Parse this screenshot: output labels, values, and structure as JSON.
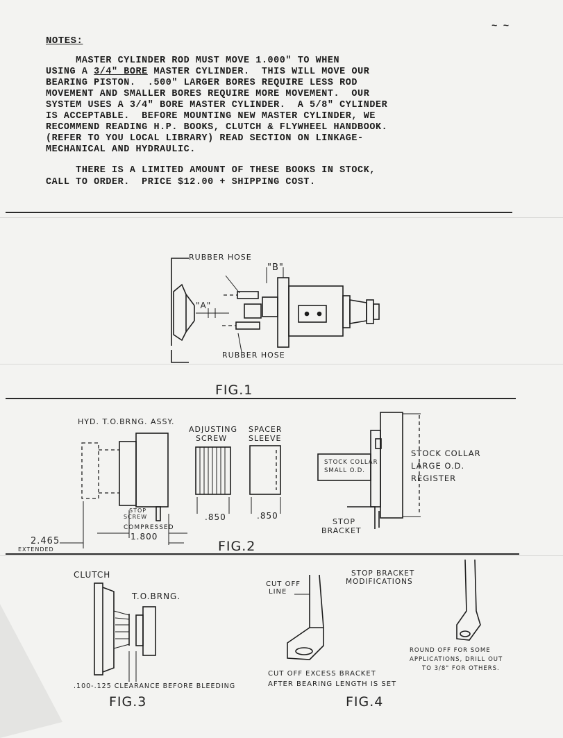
{
  "notes": {
    "title": "NOTES:",
    "lines": [
      "     MASTER CYLINDER ROD MUST MOVE 1.000\" TO WHEN",
      "3/4\" BORE",
      "BEARING PISTON.  .500\" LARGER BORES REQUIRE LESS ROD",
      "MOVEMENT AND SMALLER BORES REQUIRE MORE MOVEMENT.  OUR",
      "SYSTEM USES A 3/4\" BORE MASTER CYLINDER.  A 5/8\" CYLINDER",
      "IS ACCEPTABLE.  BEFORE MOUNTING NEW MASTER CYLINDER, WE",
      "RECOMMEND READING H.P. BOOKS, CLUTCH & FLYWHEEL HANDBOOK.",
      "(REFER TO YOU LOCAL LIBRARY) READ SECTION ON LINKAGE-",
      "MECHANICAL AND HYDRAULIC."
    ],
    "line2_pre": "USING A ",
    "line2_post": " MASTER CYLINDER.  THIS WILL MOVE OUR",
    "para2_line1": "     THERE IS A LIMITED AMOUNT OF THESE BOOKS IN STOCK,",
    "para2_line2": "CALL TO ORDER.  PRICE $12.00 + SHIPPING COST."
  },
  "fig1": {
    "label": "FIG.1",
    "rubber_hose_top": "RUBBER HOSE",
    "rubber_hose_bottom": "RUBBER HOSE",
    "dim_a": "\"A\"",
    "dim_b": "\"B\""
  },
  "fig2": {
    "label": "FIG.2",
    "assy_title": "HYD. T.O.BRNG. ASSY.",
    "adjusting_screw": [
      "ADJUSTING",
      "SCREW"
    ],
    "spacer_sleeve": [
      "SPACER",
      "SLEEVE"
    ],
    "screw_dim": ".850",
    "sleeve_dim": ".850",
    "stop_screw": [
      "STOP",
      "SCREW"
    ],
    "compressed": "COMPRESSED",
    "compressed_value": "1.800",
    "extended_value": "2.465",
    "extended": "EXTENDED",
    "stock_collar_small": [
      "STOCK COLLAR",
      "SMALL O.D."
    ],
    "stock_collar_large": [
      "STOCK COLLAR",
      "LARGE O.D.",
      "REGISTER"
    ],
    "stop_bracket": [
      "STOP",
      "BRACKET"
    ]
  },
  "fig3": {
    "label": "FIG.3",
    "clutch": "CLUTCH",
    "tobrng": "T.O.BRNG.",
    "clearance": ".100-.125 CLEARANCE  BEFORE BLEEDING"
  },
  "fig4": {
    "label": "FIG.4",
    "cut_off_line": [
      "CUT OFF",
      "LINE"
    ],
    "stop_bracket_mods": [
      "STOP BRACKET",
      "MODIFICATIONS"
    ],
    "cut_off_excess": [
      "CUT OFF EXCESS  BRACKET",
      "AFTER BEARING LENGTH IS SET"
    ],
    "round_off": [
      "ROUND OFF FOR SOME",
      "APPLICATIONS, DRILL OUT",
      "TO 3/8\" FOR OTHERS."
    ]
  }
}
